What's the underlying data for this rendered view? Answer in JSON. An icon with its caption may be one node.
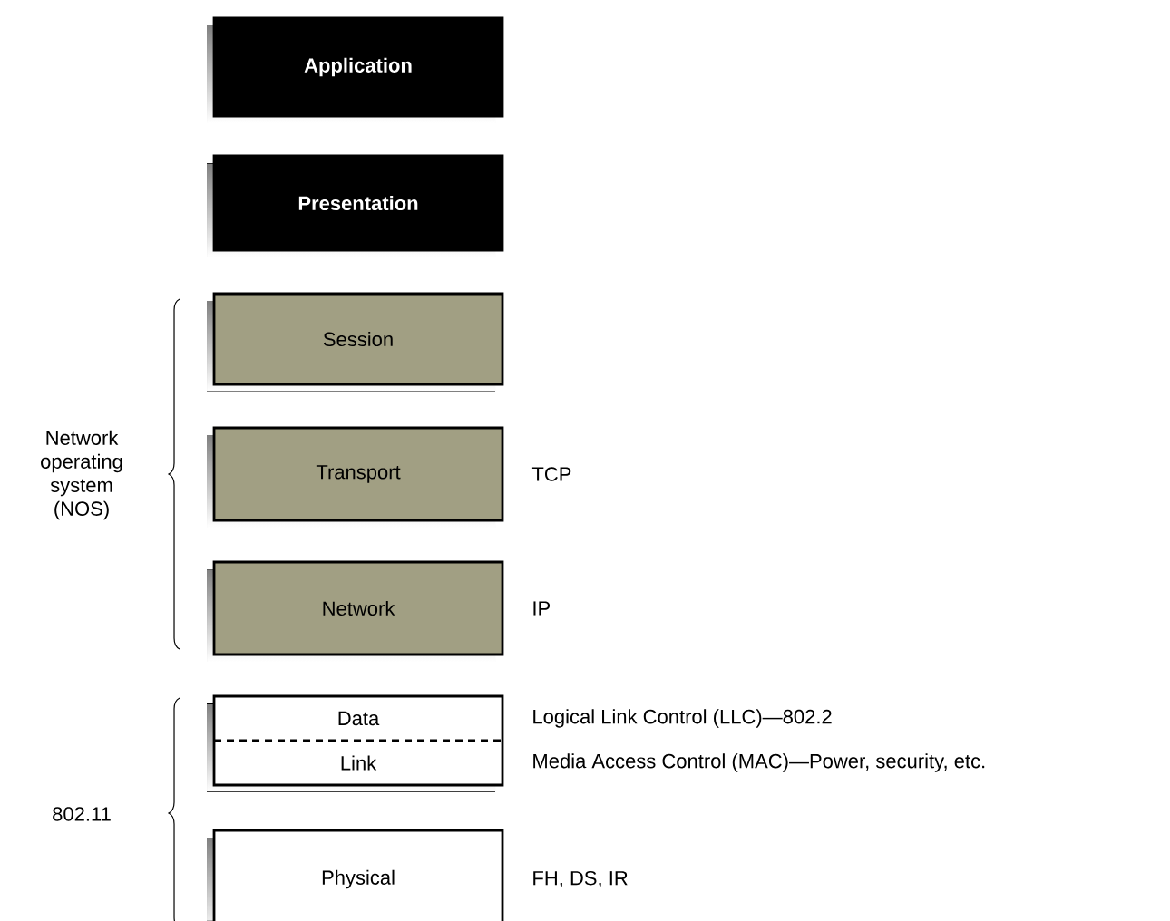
{
  "diagram": {
    "nodes": [
      {
        "text": [
          "Application"
        ]
      },
      {
        "text": [
          "Presentation"
        ]
      },
      {
        "text": [
          "Session"
        ]
      },
      {
        "text": [
          "Transport"
        ],
        "beside": [
          "TCP"
        ]
      },
      {
        "text": [
          "Network"
        ],
        "beside": [
          "IP"
        ]
      },
      {
        "text": [
          "Data",
          "Link"
        ],
        "beside": [
          "Logical Link Control (LLC)—802.2",
          "Media Access Control (MAC)—Power, security, etc."
        ]
      },
      {
        "text": [
          "Physical"
        ],
        "beside": [
          "FH, DS, IR"
        ]
      }
    ],
    "edges": [],
    "labels": [
      "Network operating system (NOS)",
      "802.11"
    ]
  }
}
